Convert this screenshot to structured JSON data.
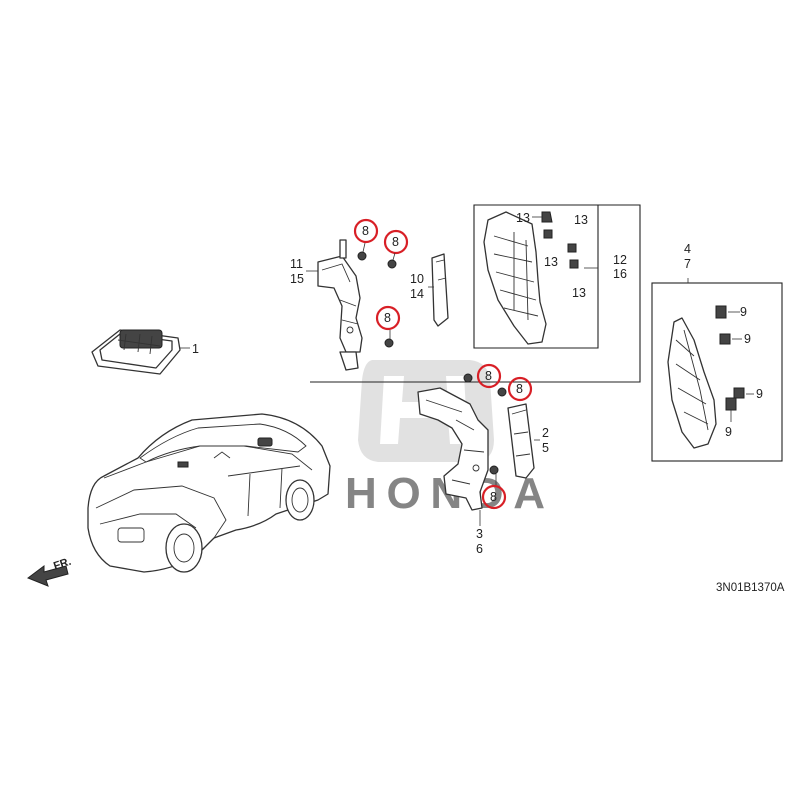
{
  "diagram": {
    "code": "3N01B1370A",
    "watermark_text": "HONDA",
    "front_marker": "FR.",
    "callouts": {
      "c1": "1",
      "c2": "2",
      "c5": "5",
      "c3": "3",
      "c6": "6",
      "c4": "4",
      "c7": "7",
      "c8a": "8",
      "c8b": "8",
      "c8c": "8",
      "c8d": "8",
      "c8e": "8",
      "c8f": "8",
      "c9a": "9",
      "c9b": "9",
      "c9c": "9",
      "c9d": "9",
      "c10": "10",
      "c14": "14",
      "c11": "11",
      "c15": "15",
      "c12": "12",
      "c16": "16",
      "c13a": "13",
      "c13b": "13",
      "c13c": "13",
      "c13d": "13"
    }
  }
}
